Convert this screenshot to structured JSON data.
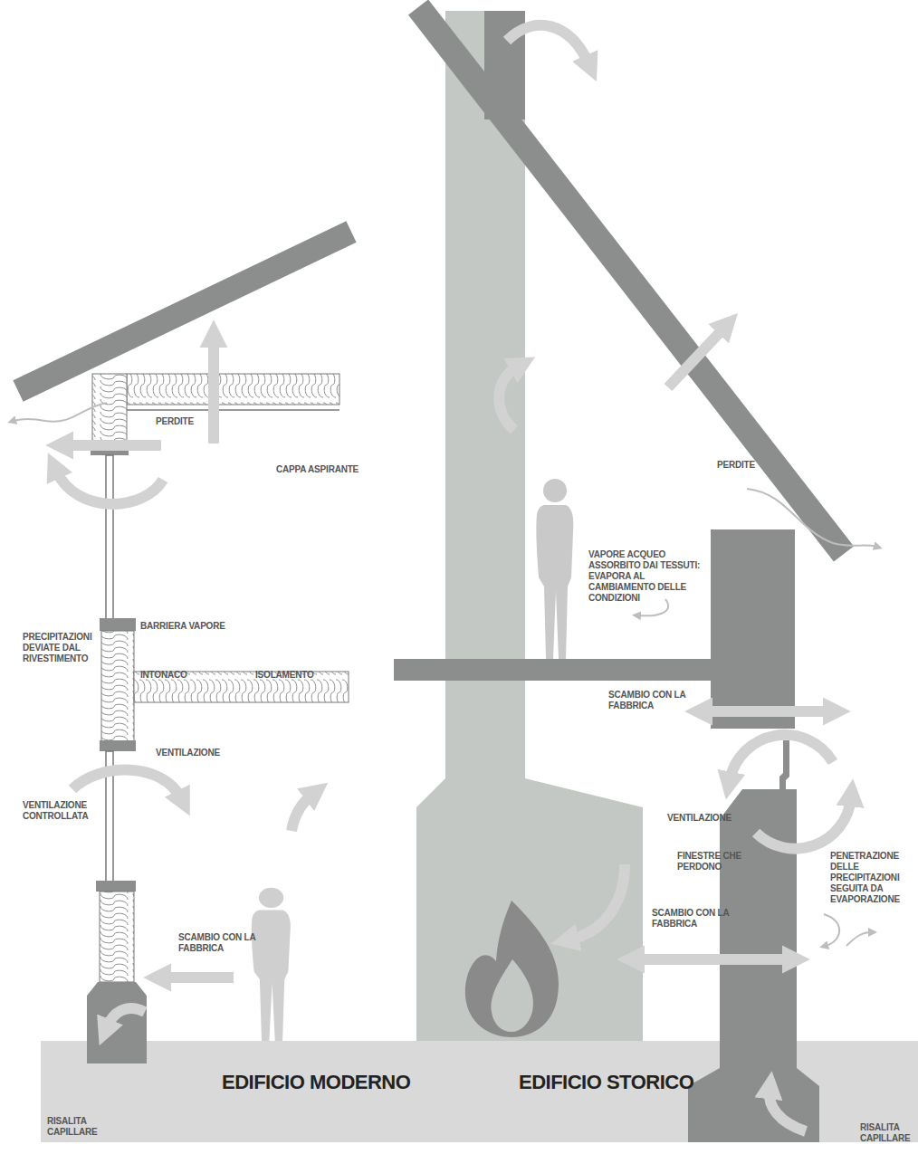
{
  "diagram": {
    "labels": [
      "PERDITE",
      "CAPPA ASPIRANTE",
      "PRECIPITAZIONI DEVIATE DAL RIVESTIMENTO",
      "BARRIERA VAPORE",
      "INTONACO",
      "ISOLAMENTO",
      "VENTILAZIONE",
      "VENTILAZIONE CONTROLLATA",
      "SCAMBIO CON LA FABBRICA",
      "RISALITA CAPILLARE",
      "EDIFICIO MODERNO",
      "PERDITE",
      "VAPORE ACQUEO ASSORBITO DAI TESSUTI: EVAPORA AL CAMBIAMENTO DELLE CONDIZIONI",
      "SCAMBIO CON LA FABBRICA",
      "VENTILAZIONE",
      "FINESTRE CHE PERDONO",
      "SCAMBIO CON LA FABBRICA",
      "PENETRAZIONE DELLE PRECIPITAZIONI SEGUITA DA EVAPORAZIONE",
      "EDIFICIO STORICO",
      "RISALITA CAPILLARE"
    ]
  }
}
